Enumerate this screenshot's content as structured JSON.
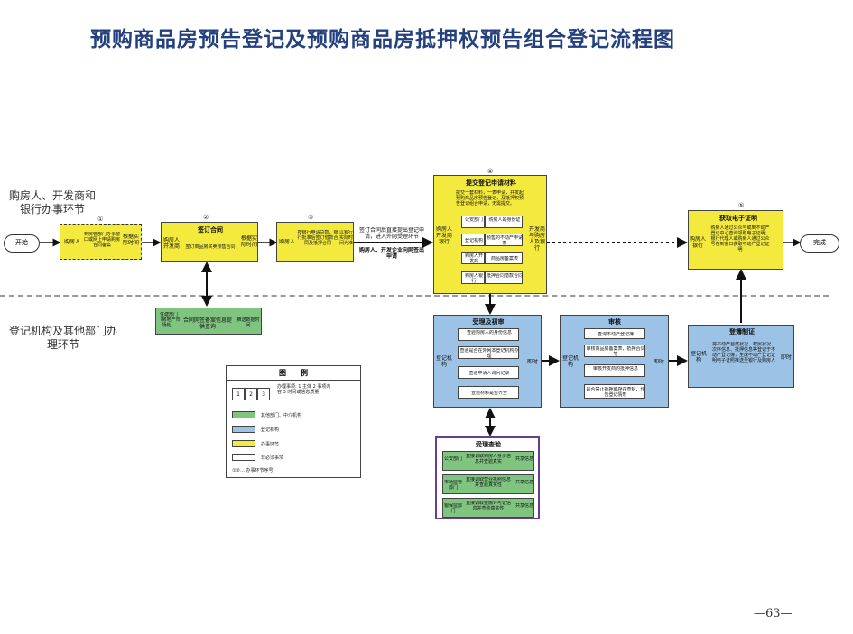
{
  "title": "预购商品房预告登记及预购商品房抵押权预告组合登记流程图",
  "lanes": {
    "top": "购房人、开发商和银行办事环节",
    "bottom": "登记机构及其他部门办理环节"
  },
  "terminals": {
    "start": "开始",
    "end": "完成"
  },
  "steps": {
    "s1": {
      "num": "①",
      "left": "购房人",
      "mid": "到房管部门办事窗口或网上申请购房合同备案",
      "right": "根据实际时间"
    },
    "s2": {
      "num": "②",
      "head": "签订合同",
      "left": "购房人开发商",
      "mid": "签订商品房买卖预售合同",
      "right": "根据实际时间"
    },
    "s3": {
      "num": "③",
      "left": "购房人",
      "mid": "按银行申请贷款，银行批准后签订借款合同及抵押合同",
      "right": "以银行实际时间为准"
    },
    "s3_note": "签订合同后直接提出登记申请，进入外网受理环节",
    "s3_note2": "购房人、开发企业向网签出申请",
    "s4": {
      "num": "④",
      "head": "提交登记申请材料",
      "desc": "提交一套材料，一表申请，并发起预购商品房预告登记，及抵押权预告登记组合申请，无需提交。",
      "left": "购房人开发商银行",
      "right": "开发商与购房人及银行",
      "cells": [
        "公安部门",
        "购房人的身份证",
        "登记机构",
        "预售的不动产申请表",
        "购房人开发商",
        "商品房备案表",
        "购房人银行",
        "抵押合同借款合同"
      ]
    },
    "s5": {
      "num": "⑤",
      "head": "获取电子证明",
      "left": "购房人银行",
      "mid": "购房人通过公众号或到不动产登记中心查询领取电子证明；银行代理人或购房人通过公众号在到窗口获取不动产登记证明",
      "right": ""
    }
  },
  "bottom_nodes": {
    "other": {
      "left": "住建部门（房地产市场处）",
      "mid": "合同网签备案信息提供查询",
      "right": "推送数据时间"
    },
    "accept": {
      "head": "受理及初审",
      "left": "登记机构",
      "right": "即时",
      "items": [
        "查验购房人的身份信息",
        "查验是否在外网本登记机构办理",
        "查验申请人询问记录",
        "查验材料是否齐全"
      ]
    },
    "review": {
      "head": "审核",
      "left": "登记机构",
      "right": "即时",
      "items": [
        "查询不动产登记簿",
        "审核商品房备案表，抵押合同等",
        "审核开发商的抵押信息",
        "是否禁止抵押或存在查封、预告登记情形"
      ]
    },
    "issue": {
      "head": "登簿制证",
      "left": "登记机构",
      "right": "即时",
      "mid": "将不动产自然状况、权属状况、次序信息、抵押信息等登记于不动产登记簿，生成不动产登记证明电子证照推送至银行及购房人"
    },
    "share": {
      "head": "受理查验",
      "rows": [
        {
          "left": "公安部门",
          "mid": "直接调取购房人身份信息并查验真实",
          "right": "共享信息"
        },
        {
          "left": "市场监管部门",
          "mid": "直接调取营业执照信息并查验真实性",
          "right": "共享信息"
        },
        {
          "left": "银保监部门",
          "mid": "直接调取金融许可证信息并查验真实性",
          "right": "共享信息"
        }
      ]
    }
  },
  "legend": {
    "title": "图　　例",
    "cell_nums": [
      "1",
      "2",
      "3"
    ],
    "cell_desc": "办理事项: 1 主体 2 事项内容 3 时间或信息质量",
    "items": [
      "其他部门、中介机构",
      "登记机构",
      "办事环节",
      "非必须事项"
    ],
    "order": "①②…  办事环节序号"
  },
  "page_number": "—63—",
  "colors": {
    "yellow": "#f4ea3d",
    "blue": "#9cc3e6",
    "green": "#7fc47f",
    "title": "#24407e",
    "purple": "#6a3e8e"
  }
}
